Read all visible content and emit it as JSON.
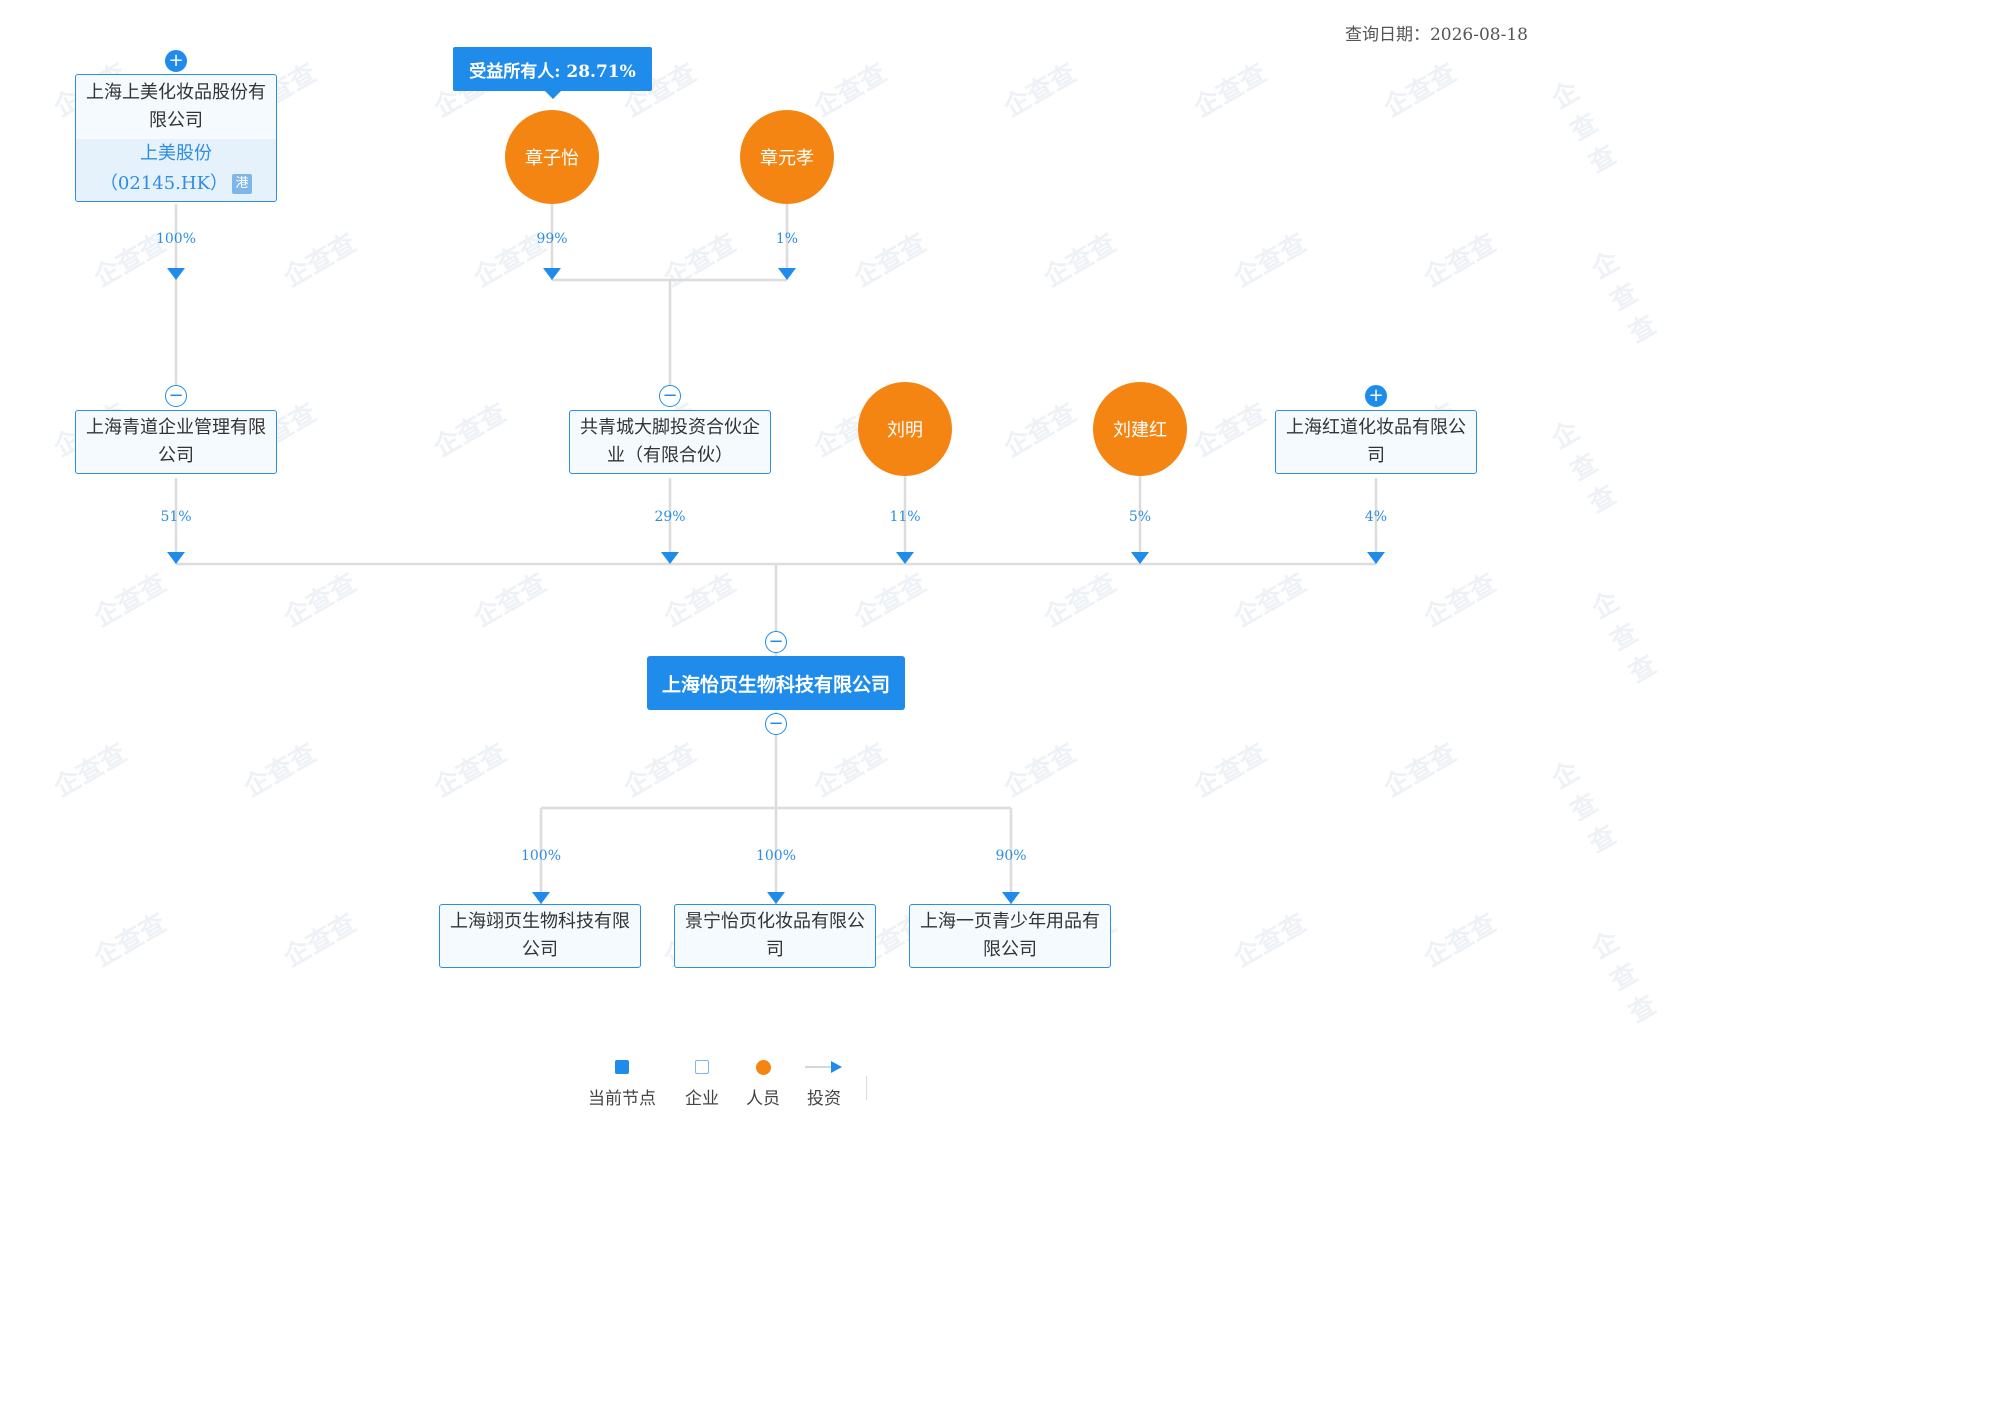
{
  "query_date": "查询日期：2026-08-18",
  "watermark_text": "企查查",
  "beneficial_owner_tag": "受益所有人: 28.71%",
  "current_node": "上海怡页生物科技有限公司",
  "listed_company": {
    "name": "上海上美化妆品股份有限公司",
    "short_name": "上美股份",
    "stock_code": "（02145.HK）",
    "market_badge": "港"
  },
  "persons": [
    {
      "name": "章子怡",
      "percent": "99%"
    },
    {
      "name": "章元孝",
      "percent": "1%"
    },
    {
      "name": "刘明",
      "percent": "11%"
    },
    {
      "name": "刘建红",
      "percent": "5%"
    }
  ],
  "shareholders": [
    {
      "name": "上海青道企业管理有限公司",
      "percent": "51%",
      "upstream_percent": "100%"
    },
    {
      "name": "共青城大脚投资合伙企业（有限合伙）",
      "percent": "29%"
    },
    {
      "name": "上海红道化妆品有限公司",
      "percent": "4%"
    }
  ],
  "subsidiaries": [
    {
      "name": "上海翊页生物科技有限公司",
      "percent": "100%"
    },
    {
      "name": "景宁怡页化妆品有限公司",
      "percent": "100%"
    },
    {
      "name": "上海一页青少年用品有限公司",
      "percent": "90%"
    }
  ],
  "legend": {
    "current": "当前节点",
    "enterprise": "企业",
    "person": "人员",
    "investment": "投资"
  },
  "colors": {
    "primary": "#1f8ceb",
    "person": "#f48512",
    "line": "#dcdcdc"
  }
}
